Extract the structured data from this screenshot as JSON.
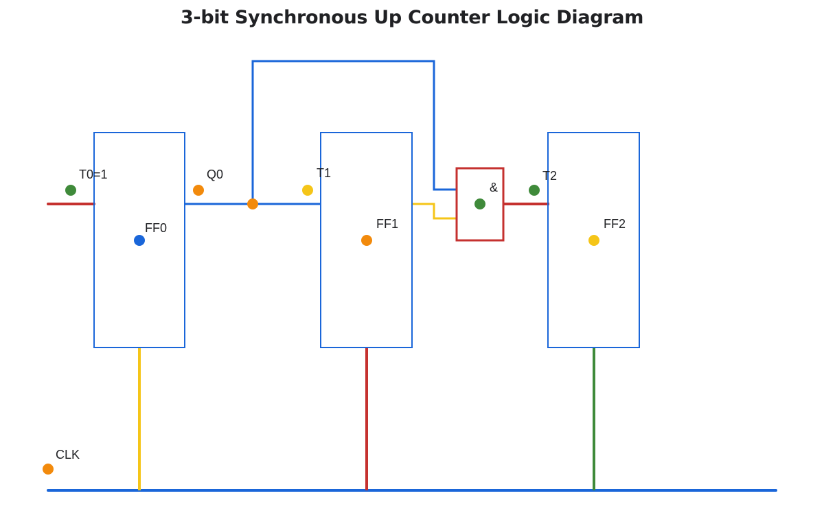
{
  "title": "3-bit Synchronous Up Counter Logic Diagram",
  "colors": {
    "blue": "#1a66d9",
    "red": "#c5312f",
    "yellow": "#f5c518",
    "green": "#3f8a3a",
    "orange": "#f28a0c",
    "text": "#202124"
  },
  "flip_flops": [
    {
      "id": "ff0",
      "label": "FF0",
      "dot_color": "blue"
    },
    {
      "id": "ff1",
      "label": "FF1",
      "dot_color": "orange"
    },
    {
      "id": "ff2",
      "label": "FF2",
      "dot_color": "yellow"
    }
  ],
  "gate": {
    "label": "&",
    "dot_color": "green"
  },
  "signals": {
    "t0": "T0=1",
    "q0": "Q0",
    "t1": "T1",
    "t2": "T2",
    "clk": "CLK"
  }
}
